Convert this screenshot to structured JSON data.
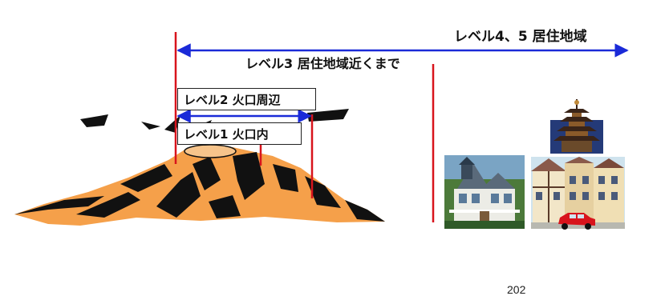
{
  "labels": {
    "level45": "レベル4、5 居住地域",
    "level3": "レベル3 居住地域近くまで",
    "level2": "レベル2 火口周辺",
    "level1": "レベル1 火口内"
  },
  "page_number": "202",
  "colors": {
    "arrow_blue": "#1a2ad8",
    "marker_red": "#d8141c",
    "volcano_orange": "#f5a04a",
    "volcano_black": "#111111"
  },
  "icons": [
    "volcano-illustration",
    "pagoda-icon",
    "victorian-house-icon",
    "town-houses-icon",
    "red-car-icon"
  ]
}
